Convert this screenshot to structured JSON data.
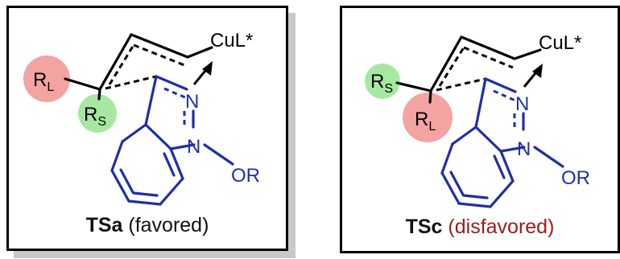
{
  "panel_a": {
    "metal_label": "CuL*",
    "large_sub": "R",
    "large_sub_index": "L",
    "small_sub": "R",
    "small_sub_index": "S",
    "n_top": "N",
    "n_bottom": "N",
    "or_group": "OR",
    "ts_name": "TSa",
    "ts_status": "(favored)"
  },
  "panel_c": {
    "metal_label": "CuL*",
    "large_sub": "R",
    "large_sub_index": "L",
    "small_sub": "R",
    "small_sub_index": "S",
    "n_top": "N",
    "n_bottom": "N",
    "or_group": "OR",
    "ts_name": "TSc",
    "ts_status": "(disfavored)"
  },
  "colors": {
    "large_circle": "#f4a3a3",
    "small_circle": "#a6e8a0",
    "ring_blue": "#1f2fa6",
    "disfavored_text": "#9b1c1c"
  }
}
